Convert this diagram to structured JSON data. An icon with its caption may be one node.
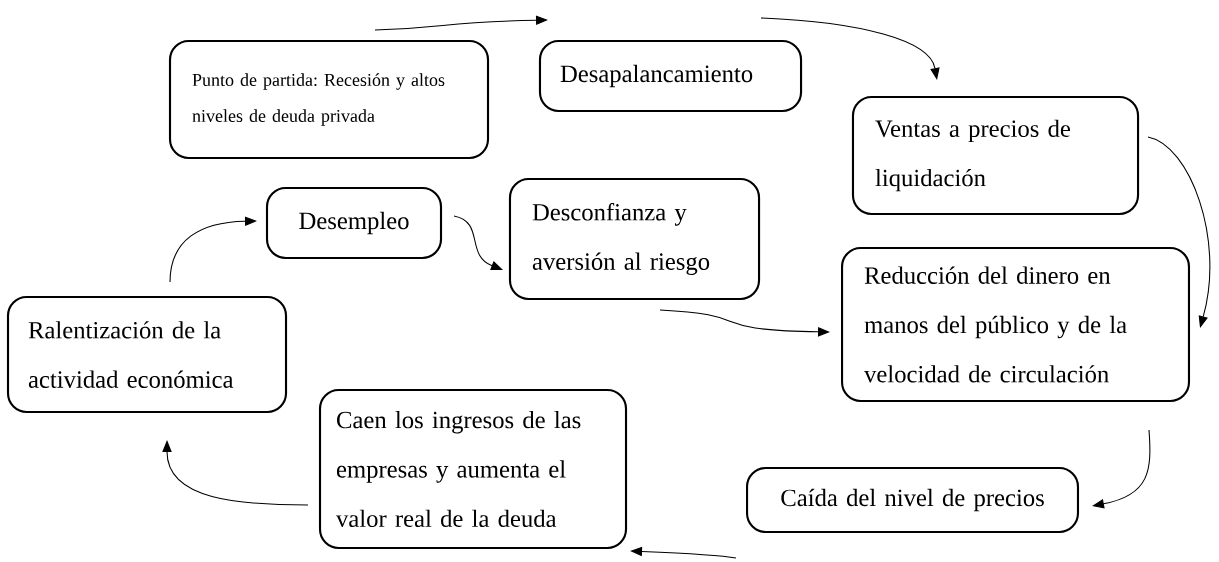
{
  "diagram": {
    "nodes": [
      {
        "text": [
          "Punto de partida: Recesión y altos niveles de deuda privada"
        ]
      },
      {
        "text": [
          "Desapalancamiento"
        ]
      },
      {
        "text": [
          "Ventas a precios de liquidación"
        ]
      },
      {
        "text": [
          "Reducción del dinero en manos del público y de la velocidad de circulación"
        ]
      },
      {
        "text": [
          "Caída del nivel de precios"
        ]
      },
      {
        "text": [
          "Caen los ingresos de las empresas y aumenta el valor real de la deuda"
        ]
      },
      {
        "text": [
          "Ralentización de la actividad económica"
        ]
      },
      {
        "text": [
          "Desempleo"
        ]
      },
      {
        "text": [
          "Desconfianza y aversión al riesgo"
        ]
      }
    ],
    "edges": [
      {
        "from": 0,
        "to": 1,
        "arrow": "to"
      },
      {
        "from": 1,
        "to": 2,
        "arrow": "to"
      },
      {
        "from": 2,
        "to": 3,
        "arrow": "to"
      },
      {
        "from": 3,
        "to": 4,
        "arrow": "to"
      },
      {
        "from": 4,
        "to": 5,
        "arrow": "to"
      },
      {
        "from": 5,
        "to": 6,
        "arrow": "to"
      },
      {
        "from": 6,
        "to": 7,
        "arrow": "to"
      },
      {
        "from": 7,
        "to": 8,
        "arrow": "to"
      },
      {
        "from": 8,
        "to": 3,
        "arrow": "to"
      }
    ]
  }
}
